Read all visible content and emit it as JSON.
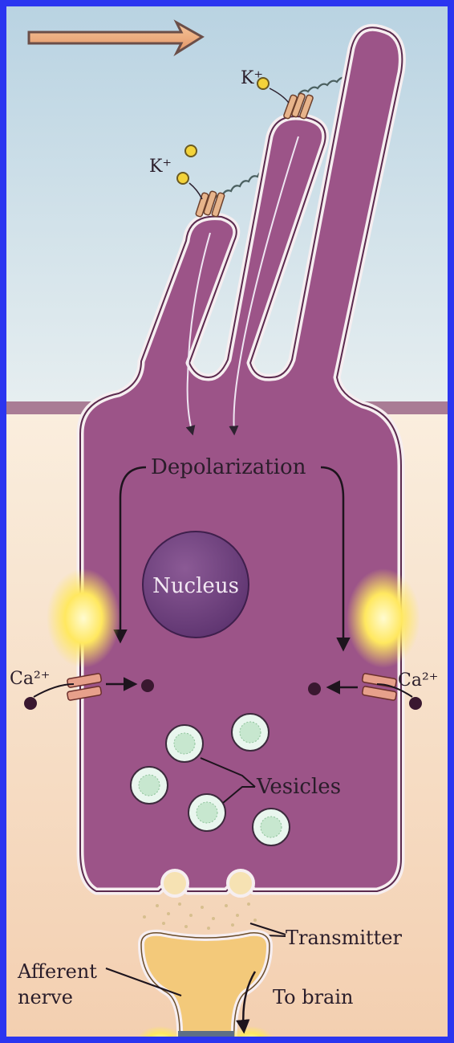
{
  "labels": {
    "k_plus_top": "K⁺",
    "k_plus_left": "K⁺",
    "depolarization": "Depolarization",
    "nucleus": "Nucleus",
    "ca_left": "Ca²⁺",
    "ca_right": "Ca²⁺",
    "vesicles": "Vesicles",
    "transmitter": "Transmitter",
    "afferent_line1": "Afferent",
    "afferent_line2": "nerve",
    "to_brain": "To brain"
  },
  "colors": {
    "frame": "#2b35f0",
    "fluid_top": "#c7dde8",
    "fluid_bottom": "#f6d6bb",
    "membrane_band": "#a97c95",
    "cell_fill": "#9c5488",
    "nucleus_fill": "#6a3c78",
    "vesicle_fill": "#e9f6ee",
    "arrow_fill": "#f0b07e",
    "nerve_fill": "#f3c97a"
  }
}
